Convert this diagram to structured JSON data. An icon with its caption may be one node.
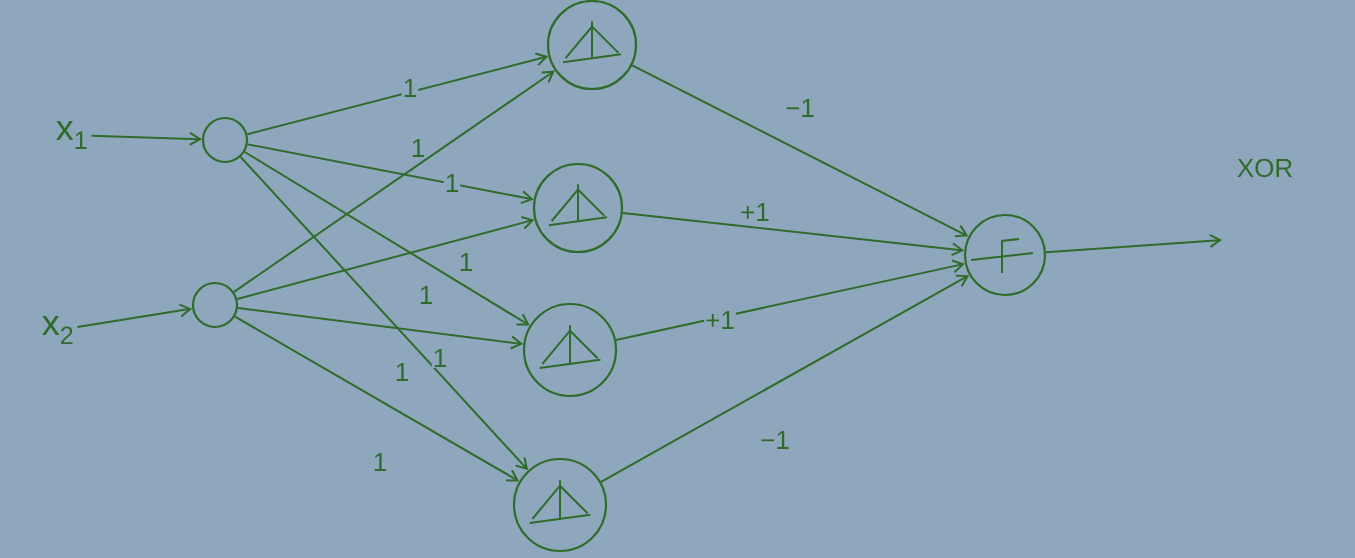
{
  "diagram": {
    "nodes": [
      {
        "text": [
          "x$_{1}$"
        ]
      },
      {
        "text": [
          "x$_{2}$"
        ]
      },
      {
        "text": [],
        "shape": "circle"
      },
      {
        "text": [],
        "shape": "circle"
      },
      {
        "text": [],
        "shape": "circle"
      },
      {
        "text": [],
        "shape": "circle"
      },
      {
        "text": [],
        "shape": "circle"
      },
      {
        "text": [],
        "shape": "circle"
      },
      {
        "text": [],
        "shape": "circle"
      }
    ],
    "edges": [
      {
        "from": 0,
        "to": 2,
        "arrow": "to"
      },
      {
        "from": 1,
        "to": 3,
        "arrow": "to"
      },
      {
        "from": 2,
        "to": 4,
        "arrow": "to",
        "label": "1"
      },
      {
        "from": 3,
        "to": 4,
        "arrow": "to",
        "label": "1"
      },
      {
        "from": 2,
        "to": 5,
        "arrow": "to",
        "label": "1"
      },
      {
        "from": 3,
        "to": 5,
        "arrow": "to",
        "label": "1"
      },
      {
        "from": 2,
        "to": 6,
        "arrow": "to",
        "label": "1"
      },
      {
        "from": 3,
        "to": 6,
        "arrow": "to",
        "label": "1"
      },
      {
        "from": 2,
        "to": 7,
        "arrow": "to",
        "label": "1"
      },
      {
        "from": 3,
        "to": 7,
        "arrow": "to",
        "label": "1"
      },
      {
        "from": 4,
        "to": 8,
        "arrow": "to",
        "label": "−1"
      },
      {
        "from": 5,
        "to": 8,
        "arrow": "to",
        "label": "+1"
      },
      {
        "from": 6,
        "to": 8,
        "arrow": "to",
        "label": "+1"
      },
      {
        "from": 7,
        "to": 8,
        "arrow": "to",
        "label": "−1"
      },
      {
        "from": 8,
        "to": null,
        "arrow": "to",
        "label": "XOR"
      }
    ]
  }
}
